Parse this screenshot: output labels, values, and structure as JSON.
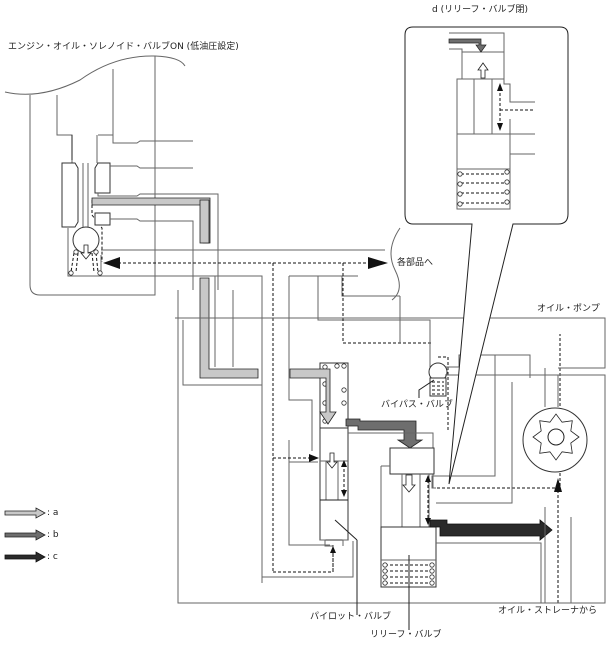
{
  "title_solenoid": "エンジン・オイル・ソレノイド・バルブON (低油圧設定)",
  "detail": {
    "title": "d (リリーフ・バルブ閉)"
  },
  "labels": {
    "to_parts": "各部品へ",
    "oil_pump": "オイル・ポンプ",
    "bypass_valve": "バイパス・バルブ",
    "pilot_valve": "パイロット・バルブ",
    "relief_valve": "リリーフ・バルブ",
    "from_strainer": "オイル・ストレーナから"
  },
  "legend": [
    {
      "key": "a",
      "label": ": a",
      "color": "#c8c8c8"
    },
    {
      "key": "b",
      "label": ": b",
      "color": "#6e6e6e"
    },
    {
      "key": "c",
      "label": ": c",
      "color": "#2a2a2a"
    }
  ],
  "colors": {
    "flow_a": "#c8c8c8",
    "flow_b": "#6e6e6e",
    "flow_c": "#2a2a2a",
    "outline": "#666666"
  }
}
